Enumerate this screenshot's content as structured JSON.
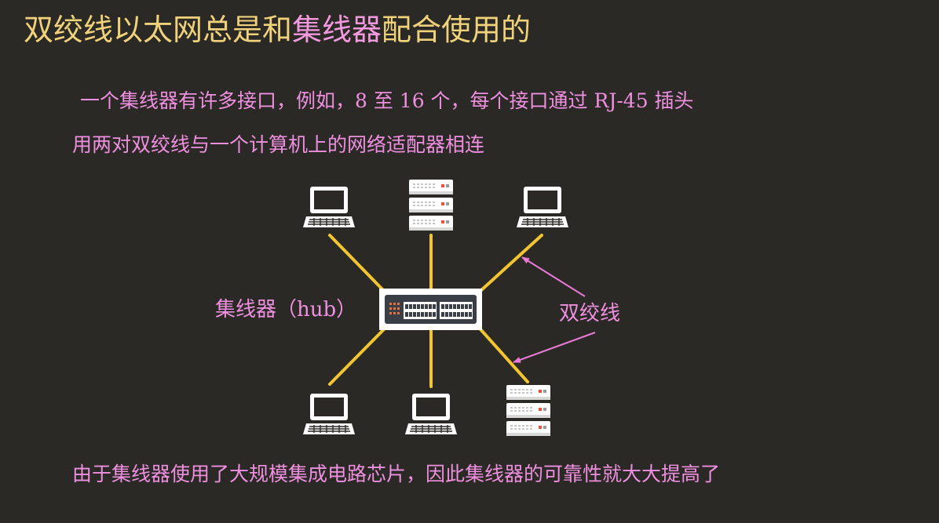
{
  "title": {
    "part1": "双绞线以太网总是和",
    "highlight": "集线器",
    "part2": "配合使用的"
  },
  "description": {
    "line1": "一个集线器有许多接口，例如，8 至 16 个，每个接口通过 RJ-45 插头",
    "line2": "用两对双绞线与一个计算机上的网络适配器相连"
  },
  "diagram": {
    "hub_label": "集线器（hub）",
    "cable_label": "双绞线",
    "devices": [
      "laptop",
      "server",
      "laptop",
      "laptop",
      "laptop",
      "server"
    ]
  },
  "footer": "由于集线器使用了大规模集成电路芯片，因此集线器的可靠性就大大提高了",
  "colors": {
    "background": "#2b2925",
    "title": "#f0d27a",
    "highlight": "#f39adf",
    "text": "#ef8fe0",
    "cable": "#f2c531",
    "arrow": "#e87ad6",
    "device": "#ffffff"
  }
}
